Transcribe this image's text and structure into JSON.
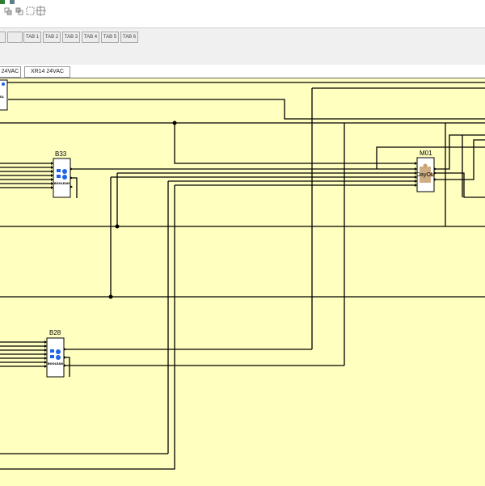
{
  "tabs": [
    {
      "label": "TAB 1"
    },
    {
      "label": "TAB 2"
    },
    {
      "label": "TAB 3"
    },
    {
      "label": "TAB 4"
    },
    {
      "label": "TAB 5"
    },
    {
      "label": "TAB 6"
    }
  ],
  "device_tabs": [
    {
      "label": "24VAC"
    },
    {
      "label": "XR14  24VAC"
    }
  ],
  "blocks": {
    "b33": {
      "name": "B33",
      "inner": "BOOLEAN"
    },
    "b28": {
      "name": "B28",
      "inner": "BOOLEAN"
    },
    "m01": {
      "name": "M01",
      "inner": "DayOL"
    }
  },
  "colors": {
    "canvas": "#ffffc0",
    "wire": "#000000",
    "block_icon": "#1e64e6",
    "module_icon": "#c8a070"
  }
}
